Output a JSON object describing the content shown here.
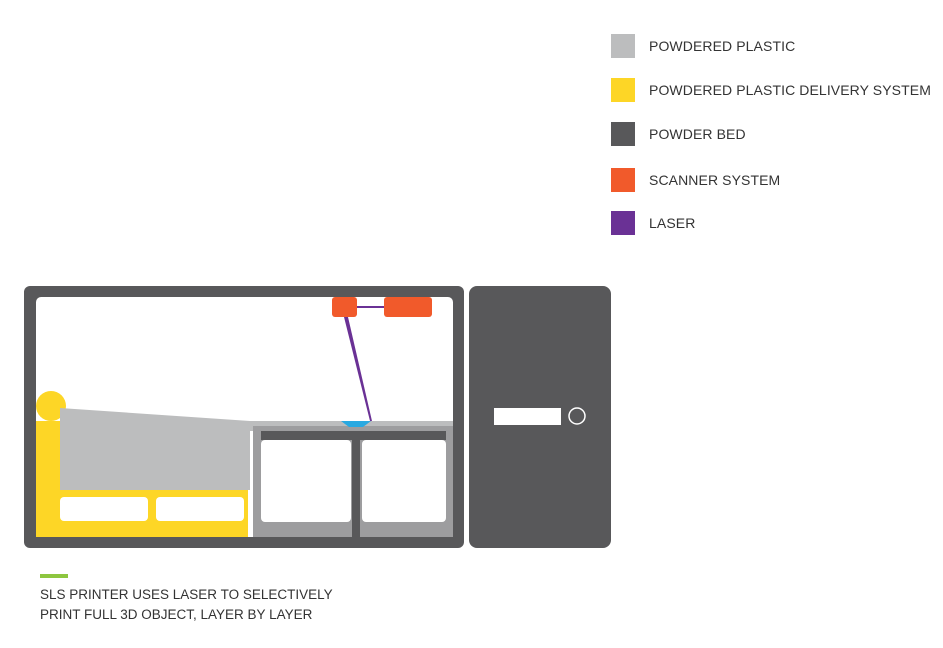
{
  "legend": {
    "items": [
      {
        "label": "POWDERED PLASTIC",
        "color": "#bcbdbe"
      },
      {
        "label": "POWDERED PLASTIC DELIVERY SYSTEM",
        "color": "#fdd626"
      },
      {
        "label": "POWDER BED",
        "color": "#58585a"
      },
      {
        "label": "SCANNER SYSTEM",
        "color": "#f15a2b"
      },
      {
        "label": "LASER",
        "color": "#6a3195"
      }
    ]
  },
  "caption": {
    "line1": "SLS PRINTER USES LASER TO SELECTIVELY",
    "line2": "PRINT FULL 3D OBJECT, LAYER BY LAYER",
    "accent_color": "#8dc63f"
  },
  "colors": {
    "machine": "#58585a",
    "bed_frame": "#9d9d9f",
    "print_object": "#29a9e1",
    "panel": "#ffffff"
  }
}
